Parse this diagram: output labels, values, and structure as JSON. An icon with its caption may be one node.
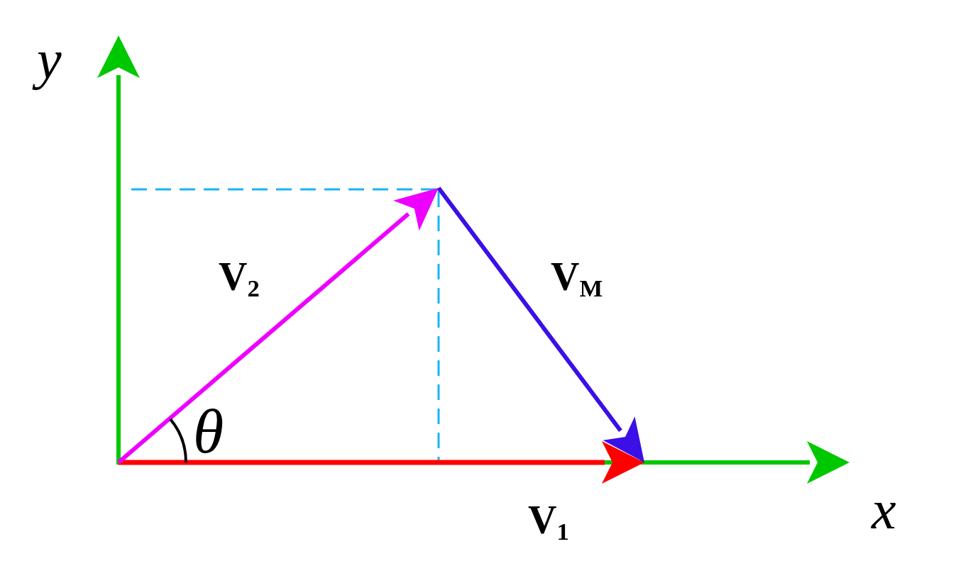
{
  "diagram": {
    "labels": [
      "y",
      "V$_{2}$",
      "V$_{M}$",
      "θ",
      "x",
      "V$_{1}$"
    ]
  }
}
